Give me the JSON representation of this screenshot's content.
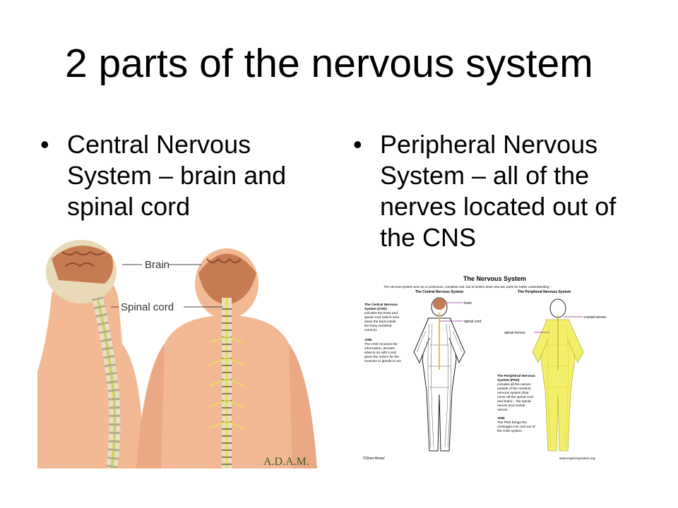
{
  "slide": {
    "title": "2 parts of the nervous system",
    "bullets": [
      {
        "bullet": "•",
        "text": "Central Nervous System – brain and spinal cord"
      },
      {
        "bullet": "•",
        "text": "Peripheral Nervous System – all of the nerves located out of the CNS"
      }
    ]
  },
  "left_figure": {
    "labels": {
      "brain": "Brain",
      "spinal_cord": "Spinal cord"
    },
    "watermark": "A.D.A.M."
  },
  "right_figure": {
    "heading": "The Nervous System",
    "intro": "The nervous system acts as a continuous, complete unit, but is broken down into two parts for better understanding –",
    "cns_title": "The Central Nervous System",
    "pns_title": "The Peripheral Nervous System",
    "cns_desc": [
      "The Central Nervous",
      "System (CNS)",
      "includes the brain and",
      "spinal cord (which runs",
      "down the back inside",
      "the bony vertebral",
      "column)."
    ],
    "cns_job": [
      "JOB:",
      "The CNS receives the",
      "information, decides",
      "what to do with it and",
      "gives the orders for the",
      "muscles or glands to act."
    ],
    "pns_desc": [
      "The Peripheral Nervous",
      "System (PNS)",
      "includes all the nerves",
      "outside of the cerebral",
      "nervous system (that",
      "come off the spinal cord",
      "and brain) – the spinal",
      "nerves and cranial",
      "nerves."
    ],
    "pns_job": [
      "JOB:",
      "The PNS brings the",
      "messages into and out of",
      "the CNS system."
    ],
    "labels": {
      "brain": "brain",
      "spinal_cord": "spinal cord",
      "spinal_nerves": "spinal nerves",
      "cranial_nerves": "cranial nerves"
    },
    "credit": "©Sheri Amsel",
    "url": "www.exploringnature.org"
  },
  "colors": {
    "skin": "#f2b994",
    "brain": "#c77b52",
    "nerve_yellow": "#e8e35a",
    "bone": "#e9dfc4",
    "pns_yellow": "#f3ef6a"
  }
}
